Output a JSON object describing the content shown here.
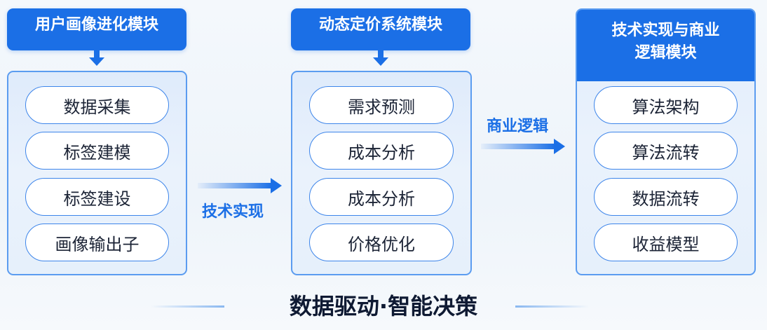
{
  "modules": [
    {
      "title": "用户画像进化模块",
      "items": [
        "数据采集",
        "标签建模",
        "标签建设",
        "画像输出子"
      ]
    },
    {
      "title": "动态定价系统模块",
      "items": [
        "需求预测",
        "成本分析",
        "成本分析",
        "价格优化"
      ]
    },
    {
      "title_line1": "技术实现与商业",
      "title_line2": "逻辑模块",
      "items": [
        "算法架构",
        "算法流转",
        "数据流转",
        "收益模型"
      ]
    }
  ],
  "connectors": {
    "first": "技术实现",
    "second": "商业逻辑"
  },
  "footer": {
    "title": "数据驱动·智能决策"
  },
  "colors": {
    "primary": "#1b6fe6",
    "border": "#5b9cf0",
    "text": "#1c2436"
  }
}
